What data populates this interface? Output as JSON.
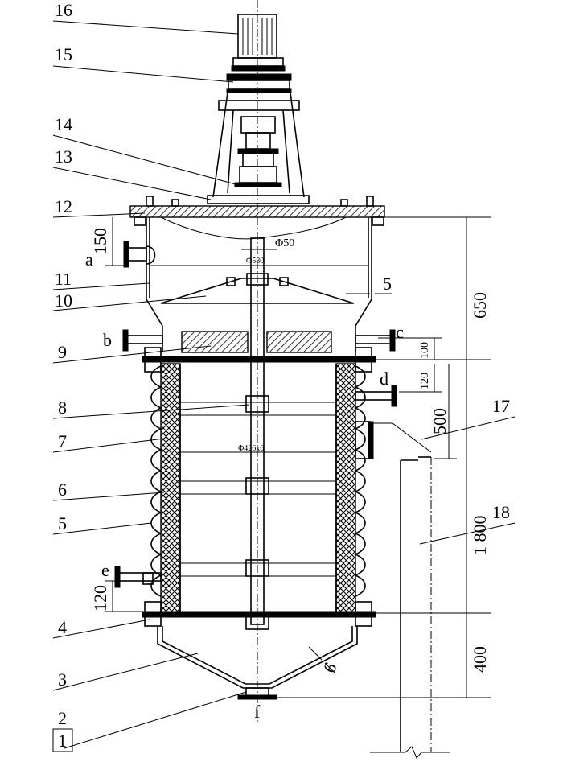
{
  "part_numbers": [
    "1",
    "2",
    "3",
    "4",
    "5",
    "6",
    "7",
    "8",
    "9",
    "10",
    "11",
    "12",
    "13",
    "14",
    "15",
    "16",
    "17",
    "18"
  ],
  "nozzles": {
    "a": "a",
    "b": "b",
    "c": "c",
    "d": "d",
    "e": "e",
    "f": "f"
  },
  "dimensions": {
    "d150": "150",
    "d650": "650",
    "d100": "100",
    "d120_top": "120",
    "d500": "500",
    "d1800": "1 800",
    "d400": "400",
    "d120_bottom": "120",
    "wall_top": "5",
    "wall_bottom": "6",
    "phi50": "Φ50",
    "phi580": "Φ580",
    "shaft": "Φ426x6"
  },
  "colors": {
    "line": "#000000",
    "background": "#ffffff"
  }
}
